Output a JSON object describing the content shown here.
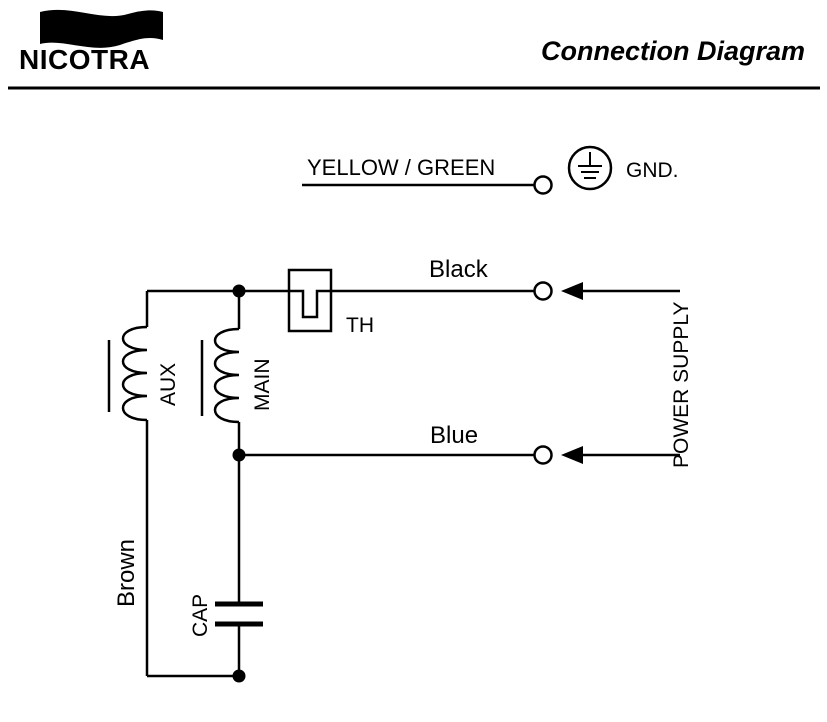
{
  "header": {
    "brand": "NICOTRA",
    "title": "Connection Diagram"
  },
  "diagram": {
    "ground_wire_label": "YELLOW / GREEN",
    "ground_label": "GND.",
    "black_label": "Black",
    "blue_label": "Blue",
    "brown_label": "Brown",
    "thermal_label": "TH",
    "aux_label": "AUX",
    "main_label": "MAIN",
    "cap_label": "CAP",
    "power_supply_label": "POWER SUPPLY"
  }
}
